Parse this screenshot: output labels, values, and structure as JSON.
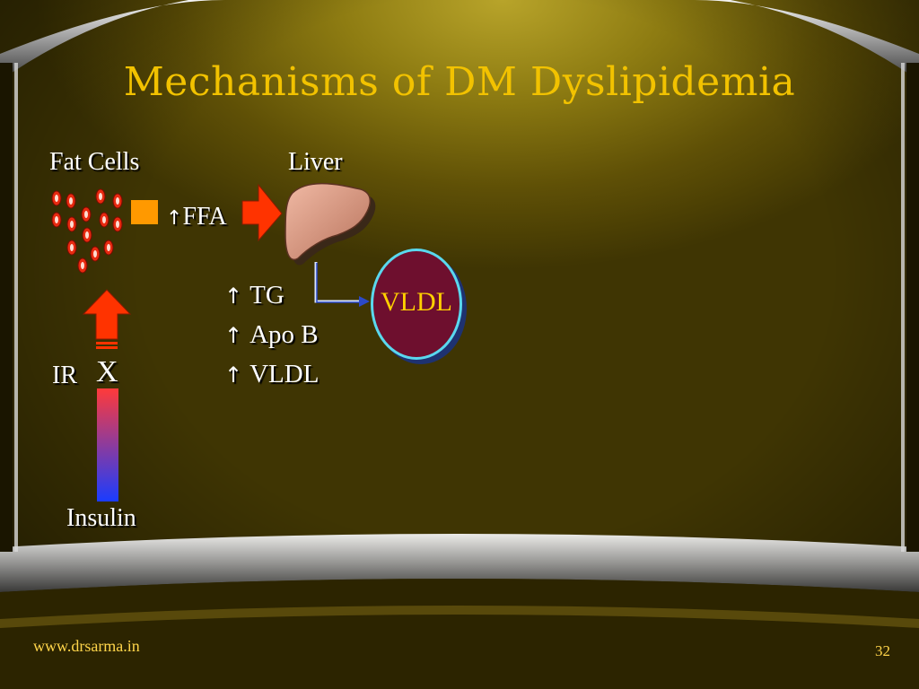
{
  "slide": {
    "title": "Mechanisms of DM Dyslipidemia",
    "labels": {
      "fat_cells": "Fat Cells",
      "liver": "Liver",
      "ffa": "FFA",
      "ir": "IR",
      "x_mark": "X",
      "insulin": "Insulin"
    },
    "effects": [
      {
        "arrow": "↑",
        "text": "TG"
      },
      {
        "arrow": "↑",
        "text": "Apo B"
      },
      {
        "arrow": "↑",
        "text": "VLDL"
      }
    ],
    "vldl_label": "VLDL",
    "footer": {
      "url": "www.drsarma.in",
      "page": "32"
    }
  },
  "colors": {
    "title": "#f2c200",
    "arrow_red": "#ff3300",
    "fat_cell_red": "#e82a10",
    "square_orange": "#ff9900",
    "liver": "#d89a80",
    "vldl_fill": "#6e0f2e",
    "vldl_border": "#5ad8ee",
    "insulin_bar_top": "#ff3a3a",
    "insulin_bar_bottom": "#1a3cff"
  }
}
